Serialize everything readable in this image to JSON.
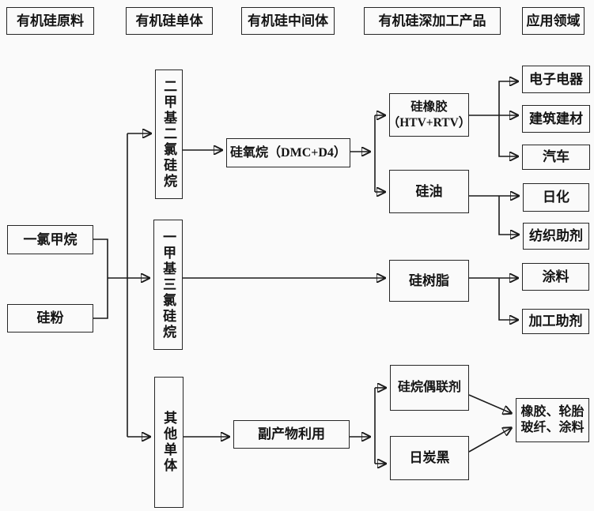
{
  "headers": {
    "raw": "有机硅原料",
    "monomer": "有机硅单体",
    "intermediate": "有机硅中间体",
    "deep": "有机硅深加工产品",
    "application": "应用领域"
  },
  "nodes": {
    "methyl_chloride": "一氯甲烷",
    "silicon_powder": "硅粉",
    "dimethyldichlorosilane": "二甲基二氯硅烷",
    "methyltrichlorosilane": "一甲基三氯硅烷",
    "other_monomers": "其他单体",
    "siloxane": "硅氧烷（DMC+D4）",
    "byproduct_use": "副产物利用",
    "silicone_rubber": "硅橡胶\n（HTV+RTV）",
    "silicone_oil": "硅油",
    "silicone_resin": "硅树脂",
    "silane_coupling_agent": "硅烷偶联剂",
    "carbon_black": "日炭黑",
    "electronics": "电子电器",
    "construction": "建筑建材",
    "automobile": "汽车",
    "daily_chemicals": "日化",
    "textile_auxiliaries": "纺织助剂",
    "coatings": "涂料",
    "processing_aids": "加工助剂",
    "rubber_tire_glassfiber_coatings": "橡胶、轮胎\n玻纤、涂料"
  },
  "colors": {
    "line": "#1b1b1b",
    "box_border": "#262626",
    "background": "#fafafa",
    "text": "#141414"
  }
}
